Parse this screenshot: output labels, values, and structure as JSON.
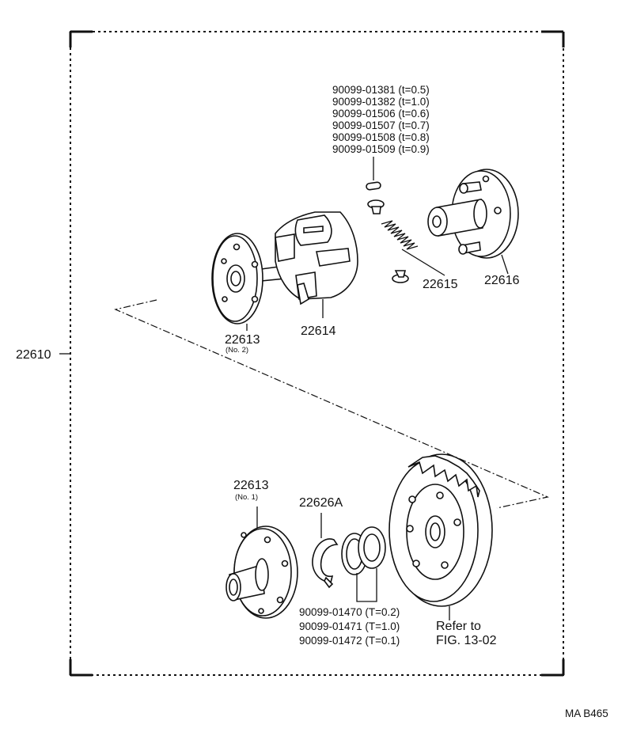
{
  "assembly": {
    "number": "22610"
  },
  "shim_group_top": {
    "parts": [
      {
        "part_no": "90099-01381",
        "spec": "(t=0.5)"
      },
      {
        "part_no": "90099-01382",
        "spec": "(t=1.0)"
      },
      {
        "part_no": "90099-01506",
        "spec": "(t=0.6)"
      },
      {
        "part_no": "90099-01507",
        "spec": "(t=0.7)"
      },
      {
        "part_no": "90099-01508",
        "spec": "(t=0.8)"
      },
      {
        "part_no": "90099-01509",
        "spec": "(t=0.9)"
      }
    ]
  },
  "parts": {
    "p22613_no2": {
      "number": "22613",
      "note": "(No. 2)"
    },
    "p22614": {
      "number": "22614"
    },
    "p22615": {
      "number": "22615"
    },
    "p22616": {
      "number": "22616"
    },
    "p22613_no1": {
      "number": "22613",
      "note": "(No. 1)"
    },
    "p22626A": {
      "number": "22626A"
    }
  },
  "shim_group_bottom": {
    "parts": [
      {
        "part_no": "90099-01470",
        "spec": "(T=0.2)"
      },
      {
        "part_no": "90099-01471",
        "spec": "(T=1.0)"
      },
      {
        "part_no": "90099-01472",
        "spec": "(T=0.1)"
      }
    ]
  },
  "reference": {
    "line1": "Refer to",
    "line2": "FIG. 13-02"
  },
  "figure_code": "MA B465"
}
